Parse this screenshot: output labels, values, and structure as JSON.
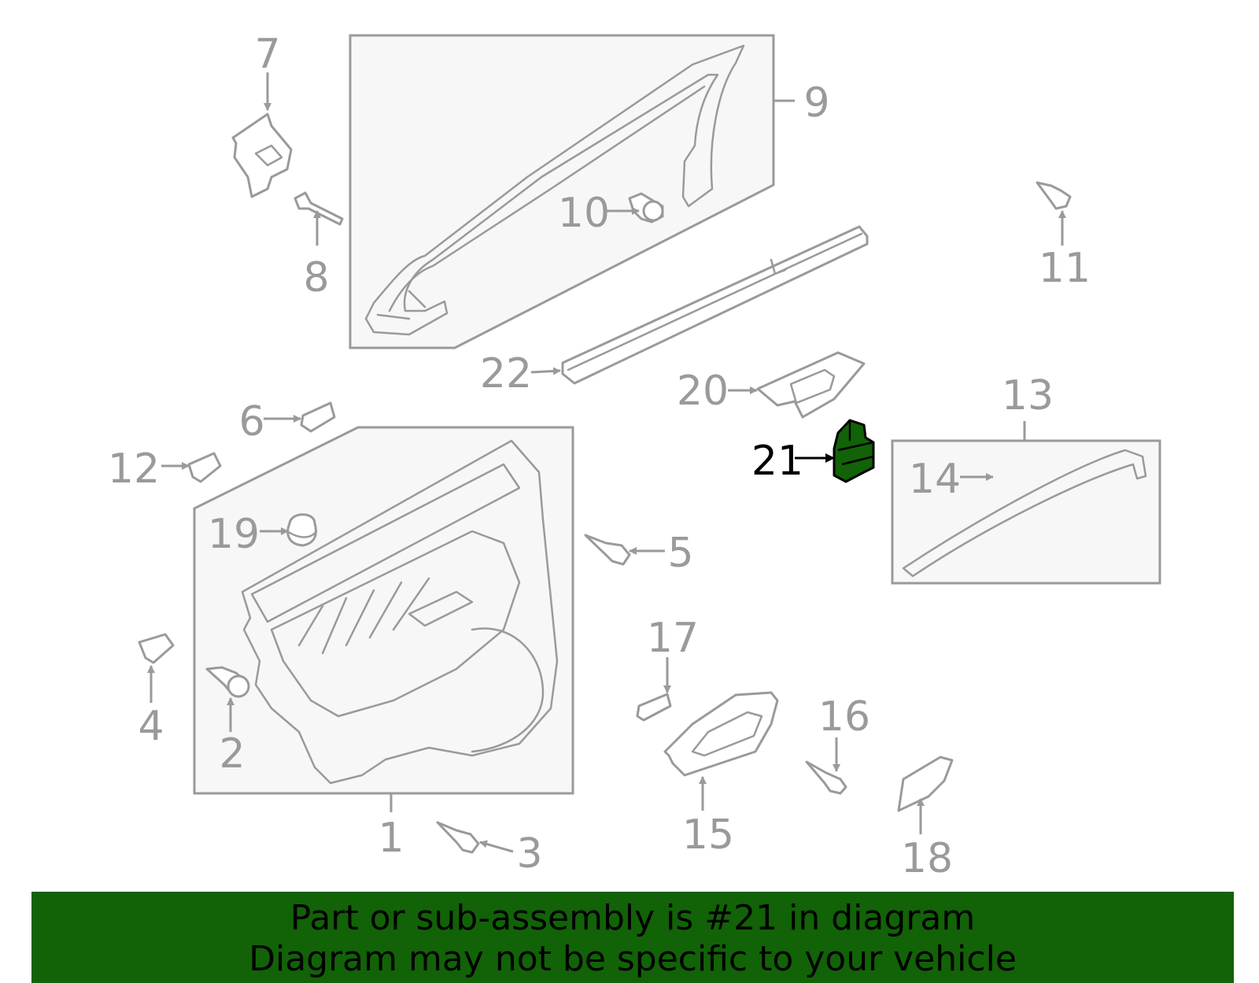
{
  "colors": {
    "line": "#9a9a9a",
    "highlight_fill": "#126207",
    "banner_bg": "#126207",
    "text_dark": "#000000"
  },
  "callouts": {
    "c1": "1",
    "c2": "2",
    "c3": "3",
    "c4": "4",
    "c5": "5",
    "c6": "6",
    "c7": "7",
    "c8": "8",
    "c9": "9",
    "c10": "10",
    "c11": "11",
    "c12": "12",
    "c13": "13",
    "c14": "14",
    "c15": "15",
    "c16": "16",
    "c17": "17",
    "c18": "18",
    "c19": "19",
    "c20": "20",
    "c21": "21",
    "c22": "22"
  },
  "highlighted_part": "21",
  "banner": {
    "line1": "Part or sub-assembly is #21 in diagram",
    "line2": "Diagram may not be specific to your vehicle"
  }
}
